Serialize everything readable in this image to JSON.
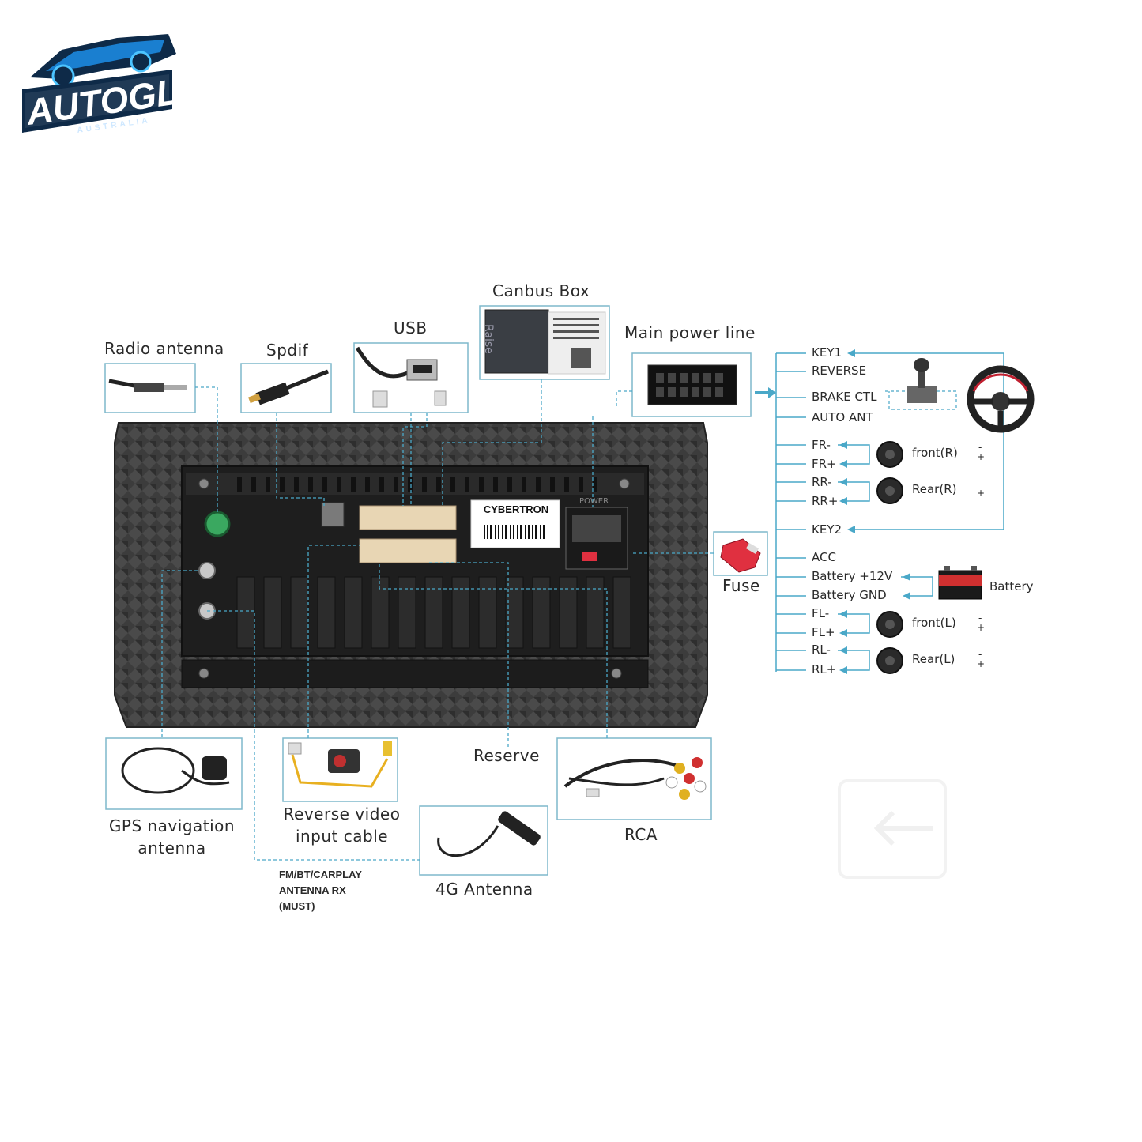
{
  "brand": {
    "name": "AUTOGLO",
    "sub": "AUSTRALIA"
  },
  "labels": {
    "canbus_box": "Canbus Box",
    "main_power_line": "Main power line",
    "usb": "USB",
    "spdif": "Spdif",
    "radio_antenna": "Radio antenna",
    "fuse": "Fuse",
    "reserve": "Reserve",
    "rca": "RCA",
    "gps_line1": "GPS navigation",
    "gps_line2": "antenna",
    "reverse_line1": "Reverse video",
    "reverse_line2": "input cable",
    "antenna_4g": "4G Antenna",
    "fm_line1": "FM/BT/CARPLAY",
    "fm_line2": "ANTENNA RX",
    "fm_line3": "(MUST)",
    "battery": "Battery",
    "cybertron": "CYBERTRON",
    "power": "POWER",
    "raise": "Raise"
  },
  "wiring": {
    "key1": "KEY1",
    "reverse": "REVERSE",
    "brake_ctl": "BRAKE CTL",
    "auto_ant": "AUTO ANT",
    "fr_minus": "FR-",
    "fr_plus": "FR+",
    "rr_minus": "RR-",
    "rr_plus": "RR+",
    "key2": "KEY2",
    "acc": "ACC",
    "battery_12v": "Battery +12V",
    "battery_gnd": "Battery GND",
    "fl_minus": "FL-",
    "fl_plus": "FL+",
    "rl_minus": "RL-",
    "rl_plus": "RL+"
  },
  "speakers": {
    "front_r": "front(R)",
    "rear_r": "Rear(R)",
    "front_l": "front(L)",
    "rear_l": "Rear(L)",
    "minus": "-",
    "plus": "+"
  },
  "colors": {
    "accent": "#4aa8c8",
    "box_border": "#7fb8cc",
    "panel": "#3a3a3a",
    "connector": "#e8d6b4",
    "fuse_red": "#e03040",
    "logo_blue": "#1a7fd0",
    "logo_dark": "#0e2a48"
  }
}
